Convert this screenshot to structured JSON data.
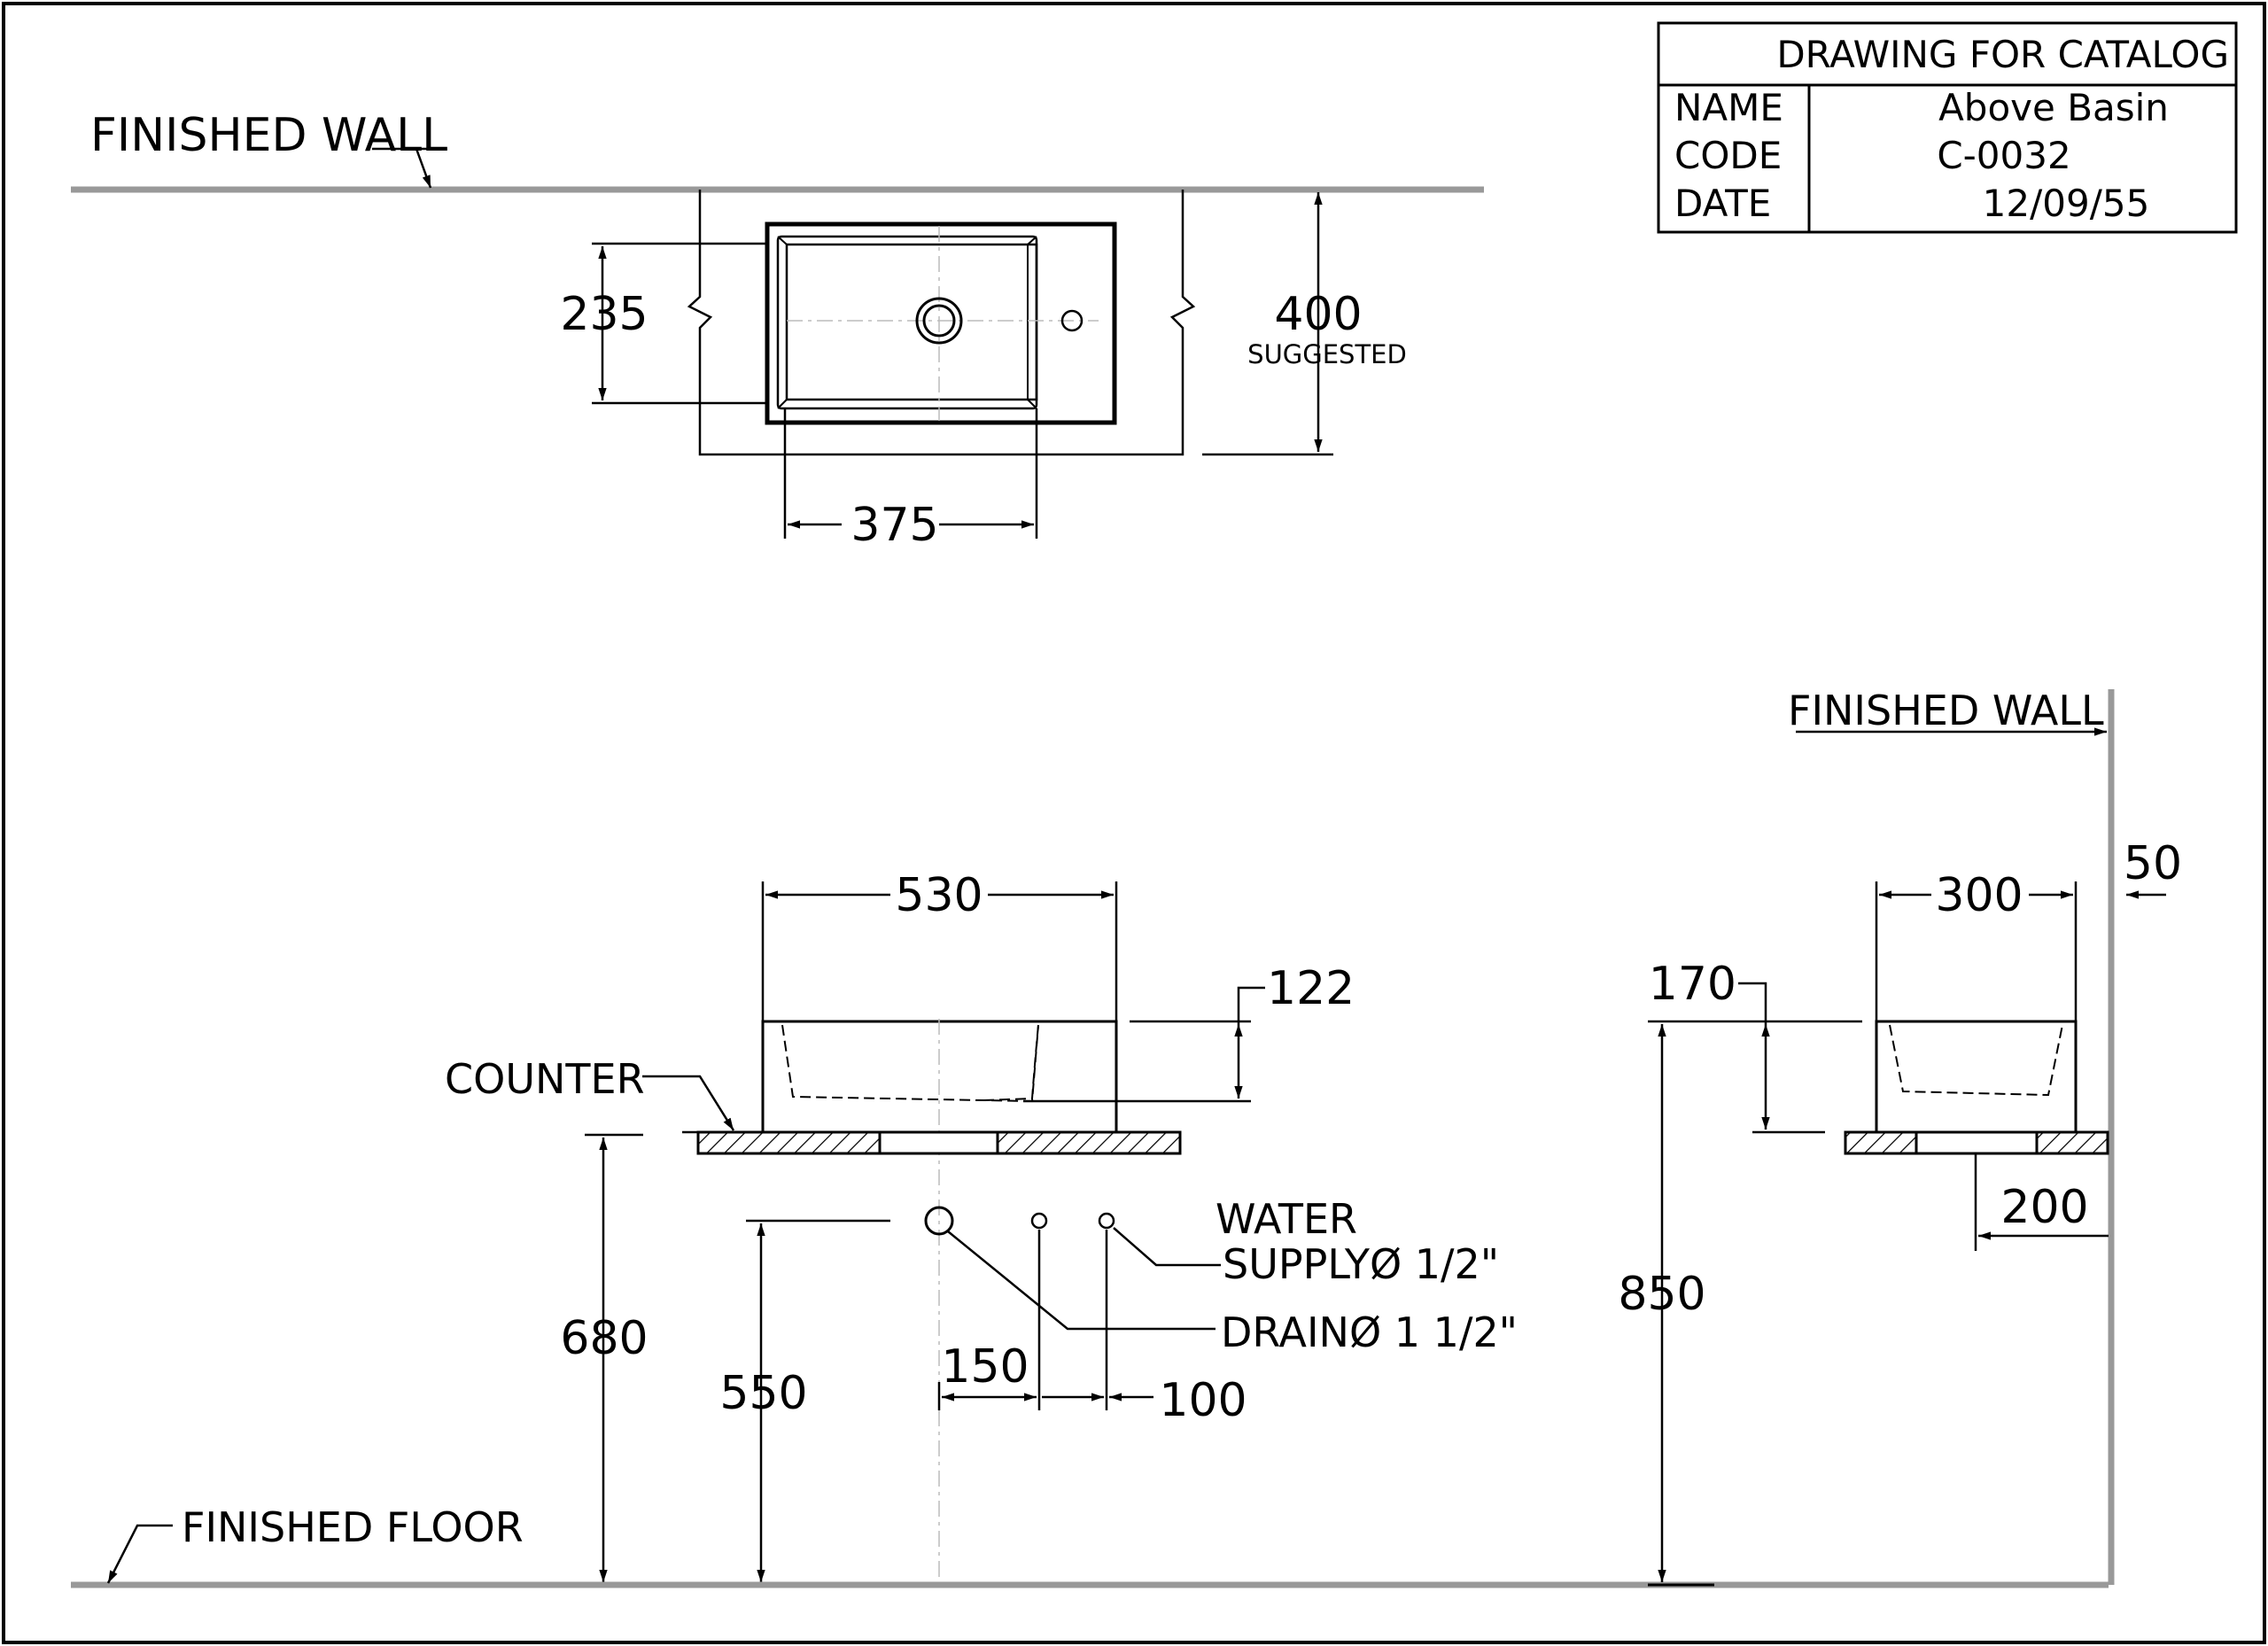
{
  "title_block": {
    "header": "DRAWING FOR CATALOG",
    "name_label": "NAME",
    "name_value": "Above Basin",
    "code_label": "CODE",
    "code_value": "C-0032",
    "date_label": "DATE",
    "date_value": "12/09/55"
  },
  "plan_view": {
    "wall_label": "FINISHED WALL",
    "dim_width": "375",
    "dim_depth": "235",
    "dim_suggested": "400",
    "suggested_note": "SUGGESTED"
  },
  "front_view": {
    "dim_width": "530",
    "dim_height": "122",
    "counter_label": "COUNTER",
    "water_label": "WATER",
    "supply_label": "SUPPLYØ 1/2\"",
    "drain_label": "DRAINØ 1  1/2\"",
    "dim_counter_height": "680",
    "dim_drain_height": "550",
    "dim_supply_offset_1": "150",
    "dim_supply_offset_2": "100",
    "floor_label": "FINISHED FLOOR"
  },
  "side_view": {
    "wall_label": "FINISHED WALL",
    "dim_width": "300",
    "dim_wall_gap": "50",
    "dim_height": "170",
    "dim_top_height": "850",
    "dim_drain_from_wall": "200"
  }
}
